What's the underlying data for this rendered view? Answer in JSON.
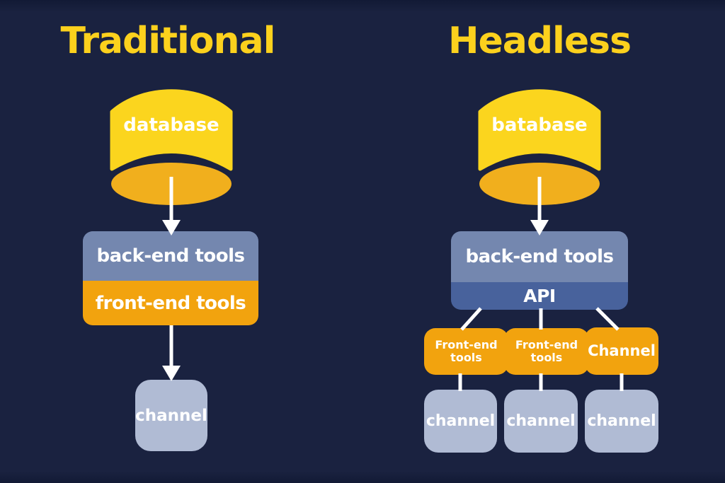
{
  "titles": {
    "left": "Traditional",
    "right": "Headless"
  },
  "left": {
    "database": "database",
    "backend": "back-end tools",
    "frontend": "front-end tools",
    "channel": "channel"
  },
  "right": {
    "database": "batabase",
    "backend": "back-end tools",
    "api": "API",
    "branches": [
      {
        "top": "Front-end tools",
        "bottom": "channel"
      },
      {
        "top": "Front-end tools",
        "bottom": "channel"
      },
      {
        "top": "Channel",
        "bottom": "channel"
      }
    ]
  },
  "colors": {
    "background": "#1A2240",
    "title_yellow": "#FCD11D",
    "database_yellow": "#FBD51E",
    "database_amber": "#F1AF1D",
    "backend_blue": "#7487AF",
    "api_blue": "#48629C",
    "orange": "#F2A30E",
    "channel_gray": "#B0BBD4",
    "text_white": "#FFFFFF"
  }
}
